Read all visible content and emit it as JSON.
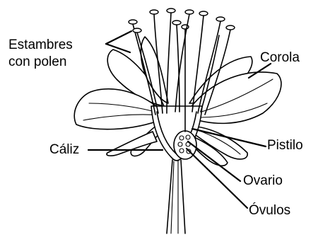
{
  "labels": {
    "stamens_line1": "Estambres",
    "stamens_line2": "con polen",
    "corolla": "Corola",
    "calyx": "Cáliz",
    "pistil": "Pistilo",
    "ovary": "Ovario",
    "ovules": "Óvulos"
  }
}
